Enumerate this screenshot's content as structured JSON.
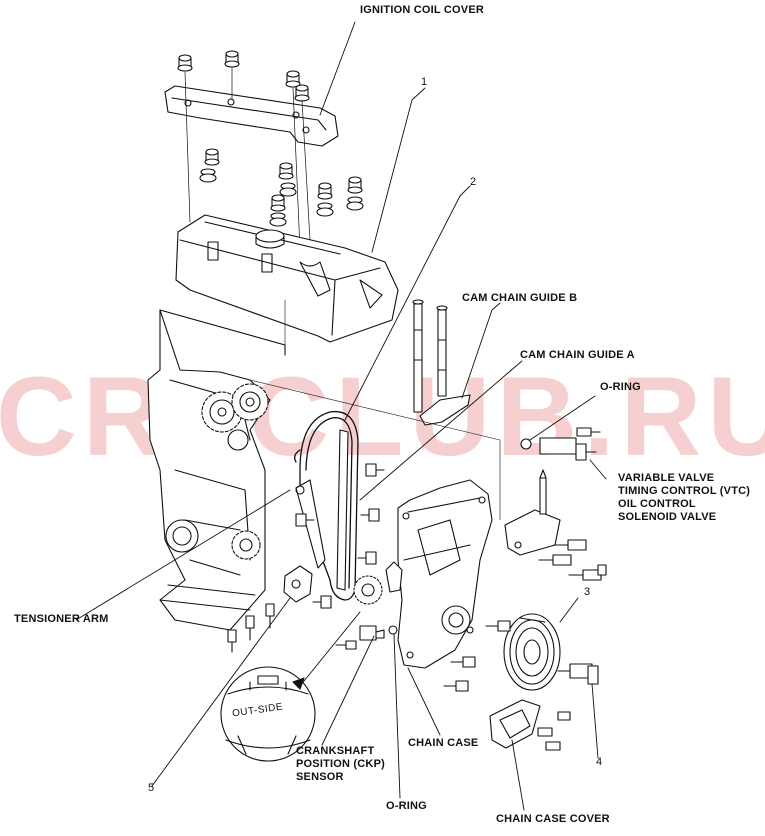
{
  "watermark": {
    "text": "CRVCLUB.RU",
    "color": "#f6d0d0"
  },
  "labels": {
    "ignition_coil_cover": "IGNITION COIL COVER",
    "cam_chain_guide_b": "CAM CHAIN GUIDE B",
    "cam_chain_guide_a": "CAM CHAIN GUIDE A",
    "o_ring_top": "O-RING",
    "vtc_line1": "VARIABLE VALVE",
    "vtc_line2": "TIMING CONTROL (VTC)",
    "vtc_line3": "OIL CONTROL",
    "vtc_line4": "SOLENOID VALVE",
    "tensioner_arm": "TENSIONER ARM",
    "ckp_line1": "CRANKSHAFT",
    "ckp_line2": "POSITION (CKP)",
    "ckp_line3": "SENSOR",
    "chain_case": "CHAIN CASE",
    "o_ring_bottom": "O-RING",
    "chain_case_cover": "CHAIN CASE COVER",
    "outside_mark": "OUT-SIDE"
  },
  "callouts": {
    "n1": "1",
    "n2": "2",
    "n3": "3",
    "n4": "4",
    "n5": "5"
  }
}
